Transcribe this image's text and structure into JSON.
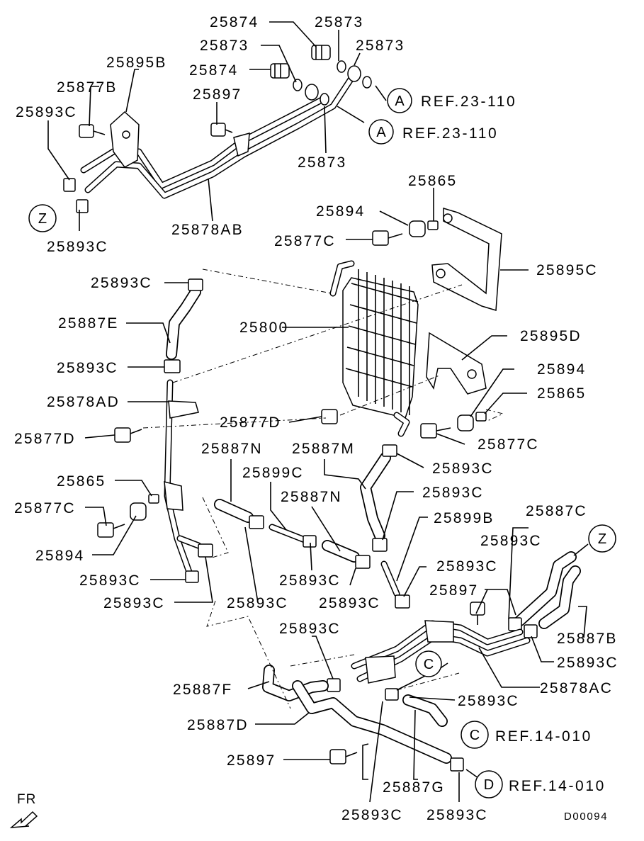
{
  "labels": {
    "p25874_a": "25874",
    "p25873_a": "25873",
    "p25873_b": "25873",
    "p25873_c": "25873",
    "p25874_b": "25874",
    "p25895B": "25895B",
    "p25877B": "25877B",
    "p25897_a": "25897",
    "p25893C_a": "25893C",
    "p25873_d": "25873",
    "p25878AB": "25878AB",
    "p25893C_b": "25893C",
    "p25865_a": "25865",
    "p25894_a": "25894",
    "p25877C_a": "25877C",
    "p25895C": "25895C",
    "p25893C_c": "25893C",
    "p25887E": "25887E",
    "p25800": "25800",
    "p25895D": "25895D",
    "p25893C_d": "25893C",
    "p25894_b": "25894",
    "p25878AD": "25878AD",
    "p25865_b": "25865",
    "p25877D_a": "25877D",
    "p25877D_b": "25877D",
    "p25877C_b": "25877C",
    "p25887N_a": "25887N",
    "p25887M": "25887M",
    "p25893C_e": "25893C",
    "p25899C": "25899C",
    "p25865_c": "25865",
    "p25887N_b": "25887N",
    "p25893C_f": "25893C",
    "p25887C": "25887C",
    "p25877C_c": "25877C",
    "p25899B": "25899B",
    "p25894_c": "25894",
    "p25893C_g": "25893C",
    "p25893C_h": "25893C",
    "p25893C_i": "25893C",
    "p25893C_j": "25893C",
    "p25897_b": "25897",
    "p25893C_k": "25893C",
    "p25893C_l": "25893C",
    "p25893C_m": "25893C",
    "p25887B": "25887B",
    "p25893C_n": "25893C",
    "p25887F": "25887F",
    "p25878AC": "25878AC",
    "p25893C_o": "25893C",
    "p25887D": "25887D",
    "p25897_c": "25897",
    "p25887G": "25887G",
    "p25893C_p": "25893C",
    "p25893C_q": "25893C"
  },
  "refs": {
    "ref_a1": "REF.23-110",
    "ref_a2": "REF.23-110",
    "ref_c": "REF.14-010",
    "ref_d": "REF.14-010"
  },
  "markers": {
    "a1": "A",
    "a2": "A",
    "z1": "Z",
    "z2": "Z",
    "c1": "C",
    "c2": "C",
    "d1": "D"
  },
  "footer": {
    "code": "D00094",
    "fr": "FR"
  }
}
